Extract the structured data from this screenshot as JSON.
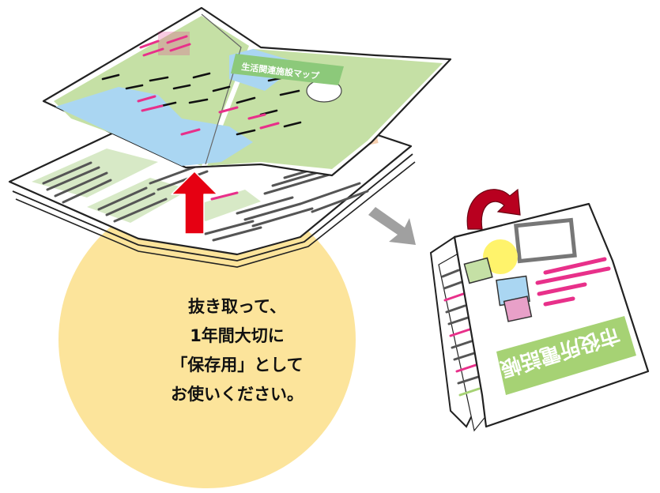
{
  "caption": {
    "lines": [
      "抜き取って、",
      "1年間大切に",
      "「保存用」として",
      "お使いください。"
    ]
  },
  "map": {
    "title": "生活関連施設マップ"
  },
  "booklet": {
    "title": "市役所電話帳"
  },
  "colors": {
    "circle": "#fce49b",
    "map_green": "#c5e0a5",
    "map_water": "#aad6f2",
    "map_label": "#8cc97a",
    "accent_pink": "#e8308a",
    "arrow_red": "#e60012",
    "arrow_gray": "#a0a0a0",
    "booklet_green": "#a6d274",
    "booklet_yellow": "#fff36b"
  },
  "icons": [
    "up-arrow-icon",
    "right-arrow-icon",
    "flip-arrow-icon"
  ]
}
